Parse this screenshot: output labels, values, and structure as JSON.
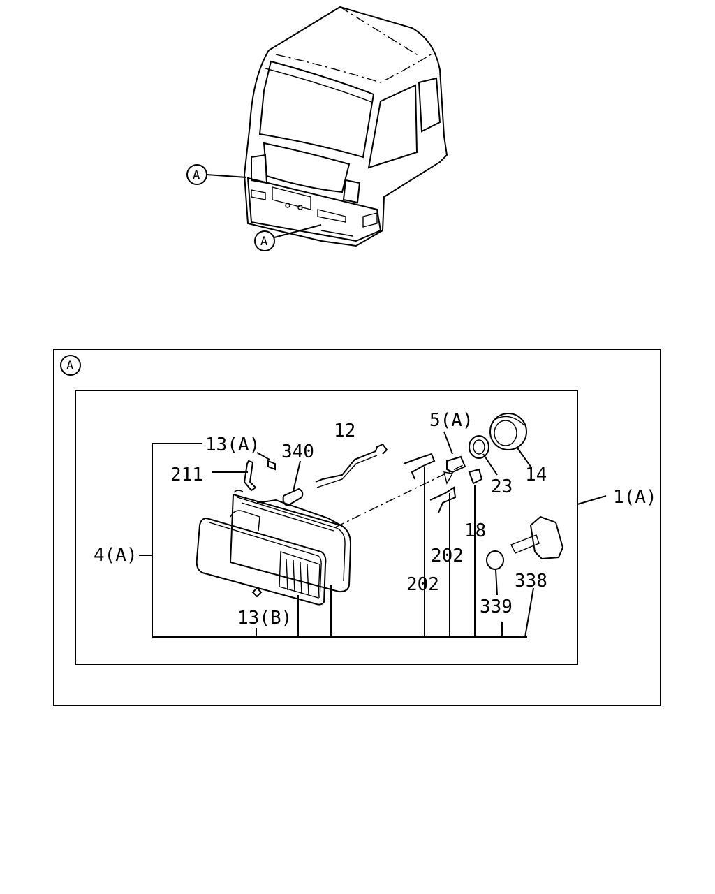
{
  "callouts": {
    "view_marker": "A",
    "cab_marker_upper": "A",
    "cab_marker_lower": "A"
  },
  "part_labels": {
    "p13a": "13(A)",
    "p211": "211",
    "p340": "340",
    "p12": "12",
    "p5a": "5(A)",
    "p14": "14",
    "p23": "23",
    "p1a": "1(A)",
    "p4a": "4(A)",
    "p18": "18",
    "p202a": "202",
    "p202b": "202",
    "p338": "338",
    "p339": "339",
    "p13b": "13(B)"
  }
}
